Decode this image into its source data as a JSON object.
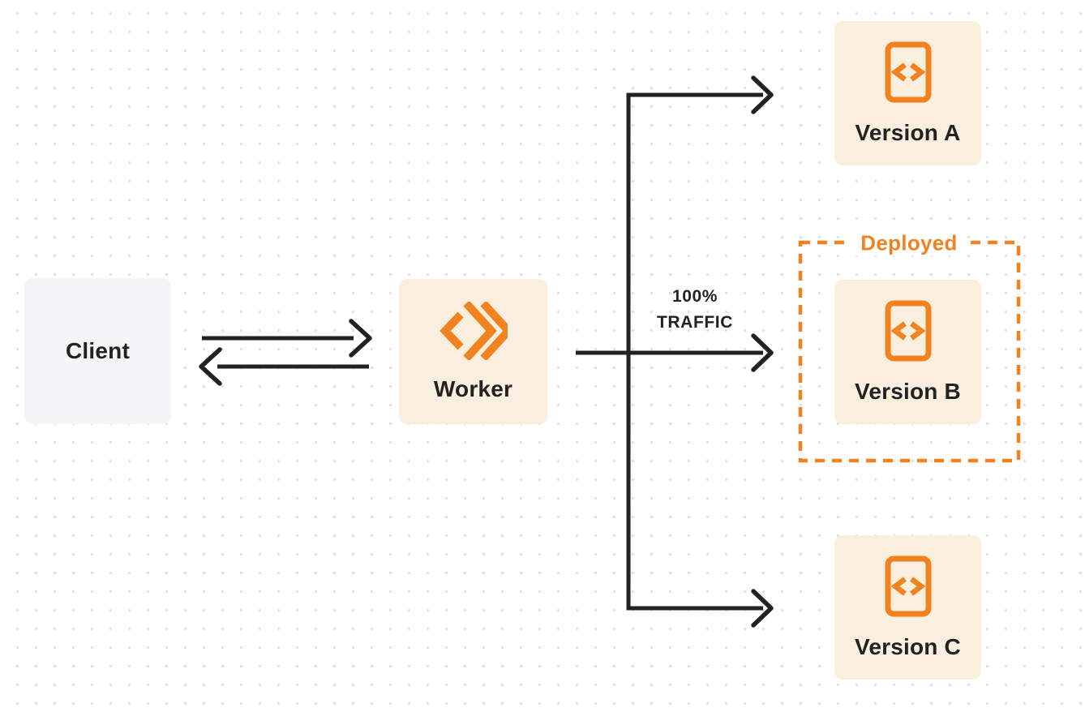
{
  "diagram": {
    "client": {
      "label": "Client"
    },
    "worker": {
      "label": "Worker"
    },
    "traffic": {
      "line1": "100%",
      "line2": "TRAFFIC"
    },
    "deployed_badge": {
      "label": "Deployed"
    },
    "versions": [
      {
        "label": "Version A",
        "deployed": false
      },
      {
        "label": "Version B",
        "deployed": true
      },
      {
        "label": "Version C",
        "deployed": false
      }
    ]
  },
  "colors": {
    "orange": "#F2821F",
    "node_cream": "#FAEFDE",
    "node_gray": "#F4F5F6",
    "line_ink": "#222222",
    "grid_dot": "#E3E1DF"
  }
}
